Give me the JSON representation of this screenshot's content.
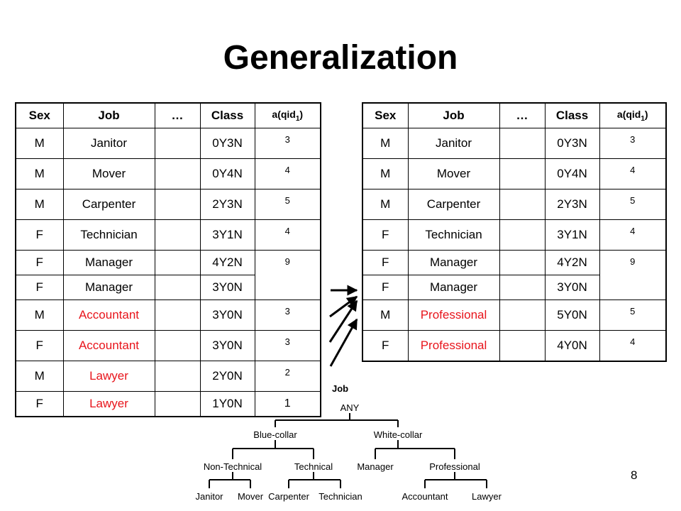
{
  "title": "Generalization",
  "headers": {
    "sex": "Sex",
    "job": "Job",
    "dots": "…",
    "class": "Class",
    "aq_main": "a(qid",
    "aq_sub": "1",
    "aq_close": ")"
  },
  "left_table": {
    "rows": [
      {
        "sex": "M",
        "job": "Janitor",
        "class": "0Y3N",
        "aq": "3"
      },
      {
        "sex": "M",
        "job": "Mover",
        "class": "0Y4N",
        "aq": "4"
      },
      {
        "sex": "M",
        "job": "Carpenter",
        "class": "2Y3N",
        "aq": "5"
      },
      {
        "sex": "F",
        "job": "Technician",
        "class": "3Y1N",
        "aq": "4"
      },
      {
        "sex": "F",
        "job": "Manager",
        "class": "4Y2N",
        "aq": "9"
      },
      {
        "sex": "F",
        "job": "Manager",
        "class": "3Y0N"
      },
      {
        "sex": "M",
        "job": "Accountant",
        "class": "3Y0N",
        "aq": "3"
      },
      {
        "sex": "F",
        "job": "Accountant",
        "class": "3Y0N",
        "aq": "3"
      },
      {
        "sex": "M",
        "job": "Lawyer",
        "class": "2Y0N",
        "aq": "2"
      },
      {
        "sex": "F",
        "job": "Lawyer",
        "class": "1Y0N",
        "aq": "1"
      }
    ]
  },
  "right_table": {
    "rows": [
      {
        "sex": "M",
        "job": "Janitor",
        "class": "0Y3N",
        "aq": "3"
      },
      {
        "sex": "M",
        "job": "Mover",
        "class": "0Y4N",
        "aq": "4"
      },
      {
        "sex": "M",
        "job": "Carpenter",
        "class": "2Y3N",
        "aq": "5"
      },
      {
        "sex": "F",
        "job": "Technician",
        "class": "3Y1N",
        "aq": "4"
      },
      {
        "sex": "F",
        "job": "Manager",
        "class": "4Y2N",
        "aq": "9"
      },
      {
        "sex": "F",
        "job": "Manager",
        "class": "3Y0N"
      },
      {
        "sex": "M",
        "job": "Professional",
        "class": "5Y0N",
        "aq": "5"
      },
      {
        "sex": "F",
        "job": "Professional",
        "class": "4Y0N",
        "aq": "4"
      }
    ]
  },
  "highlight_color": "#e8141b",
  "tree": {
    "label": "Job",
    "root": "ANY",
    "blue_collar": "Blue-collar",
    "white_collar": "White-collar",
    "non_technical": "Non-Technical",
    "technical": "Technical",
    "manager": "Manager",
    "professional": "Professional",
    "janitor": "Janitor",
    "mover": "Mover",
    "carpenter": "Carpenter",
    "technician": "Technician",
    "accountant": "Accountant",
    "lawyer": "Lawyer"
  },
  "page_number": "8"
}
